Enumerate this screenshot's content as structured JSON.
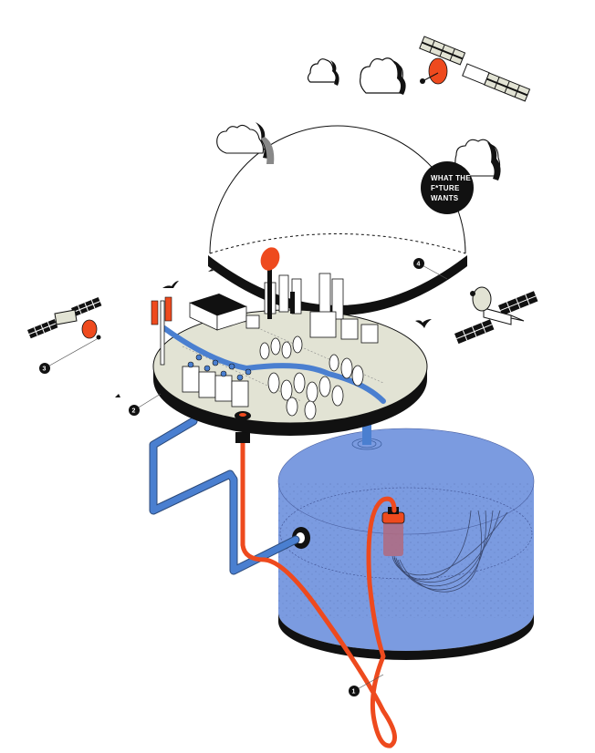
{
  "title_badge": {
    "lines": [
      "WHAT THE",
      "F*TURE",
      "WANTS"
    ]
  },
  "callouts": [
    {
      "number": "1",
      "label": "cable-loop"
    },
    {
      "number": "2",
      "label": "city-platform"
    },
    {
      "number": "3",
      "label": "satellite-left"
    },
    {
      "number": "4",
      "label": "dome"
    }
  ],
  "colors": {
    "accent_orange": "#ee4a1e",
    "water_blue": "#7b9be0",
    "water_blue_dark": "#5d7fcf",
    "pipe_blue": "#4a7fd0",
    "platform_beige": "#e2e3d4",
    "ink": "#111111"
  }
}
